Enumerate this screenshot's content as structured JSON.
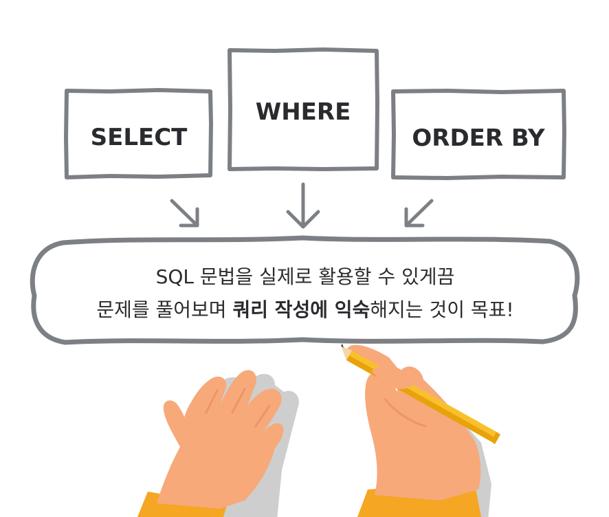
{
  "keywords": {
    "select": "SELECT",
    "where": "WHERE",
    "order_by": "ORDER BY"
  },
  "bubble": {
    "line1": "SQL 문법을 실제로 활용할 수 있게끔",
    "line2_pre": "문제를 풀어보며 ",
    "line2_bold": "쿼리 작성에 익숙",
    "line2_post": "해지는 것이 목표!"
  },
  "colors": {
    "frame": "#7c8085",
    "text": "#2a2b2e",
    "skin": "#f7a97a",
    "skin_shadow": "#e48958",
    "sleeve": "#f5a623",
    "pencil": "#f8c12c",
    "pencil_shadow": "#e8a20c",
    "pencil_wood": "#f3d7a8",
    "pencil_lead": "#3a3a3a",
    "shadow": "#c9c9c9"
  },
  "icons": [
    "arrow-down-right-icon",
    "arrow-down-icon",
    "arrow-down-left-icon",
    "writing-hand-icon",
    "pencil-icon",
    "open-hand-icon"
  ]
}
